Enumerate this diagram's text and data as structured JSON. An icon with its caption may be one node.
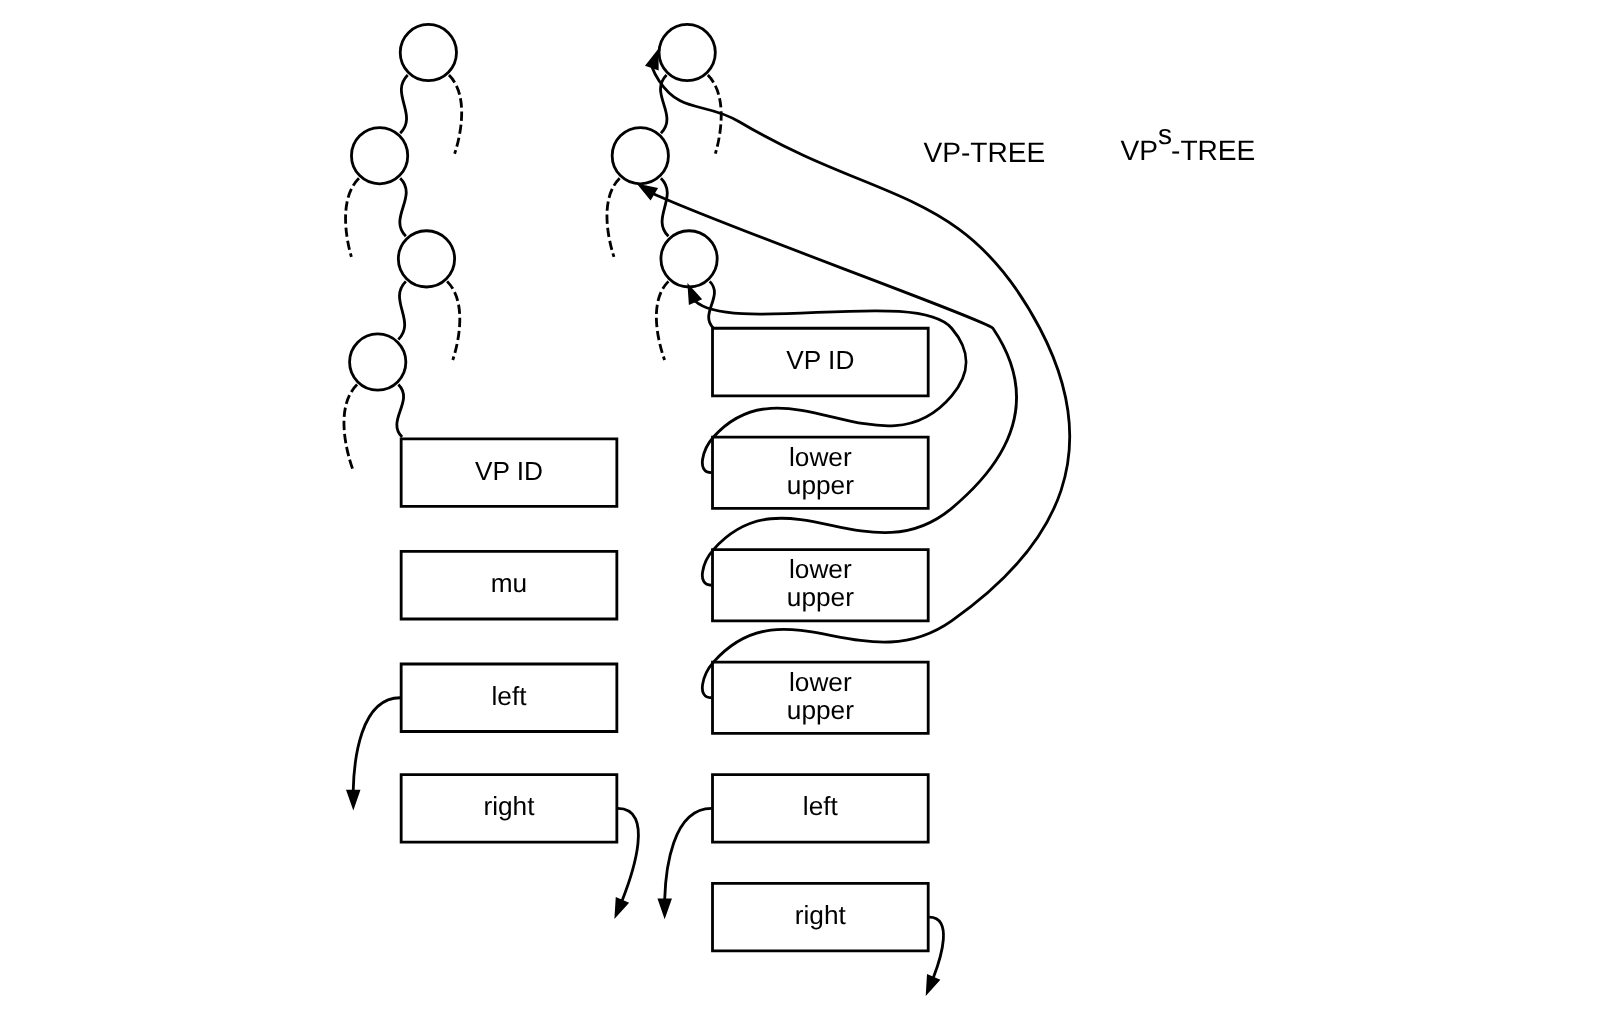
{
  "diagram": {
    "nodes": [
      {
        "text": [],
        "shape": "circle"
      },
      {
        "text": [],
        "shape": "circle"
      },
      {
        "text": [],
        "shape": "circle"
      },
      {
        "text": [],
        "shape": "circle"
      },
      {
        "text": [
          "VP ID"
        ]
      },
      {
        "text": [
          "mu"
        ]
      },
      {
        "text": [
          "left"
        ]
      },
      {
        "text": [
          "right"
        ]
      },
      {
        "text": [],
        "shape": "circle"
      },
      {
        "text": [],
        "shape": "circle"
      },
      {
        "text": [],
        "shape": "circle"
      },
      {
        "text": [
          "VP ID"
        ]
      },
      {
        "text": [
          "lower",
          "upper"
        ]
      },
      {
        "text": [
          "lower",
          "upper"
        ]
      },
      {
        "text": [
          "lower",
          "upper"
        ]
      },
      {
        "text": [
          "left"
        ]
      },
      {
        "text": [
          "right"
        ]
      }
    ],
    "edges": [
      {
        "from": 0,
        "to": 1,
        "arrow": "none"
      },
      {
        "from": 1,
        "to": 2,
        "arrow": "none"
      },
      {
        "from": 2,
        "to": 3,
        "arrow": "none"
      },
      {
        "from": 3,
        "to": 4,
        "arrow": "none"
      },
      {
        "from": 0,
        "to": null,
        "arrow": "none",
        "style": "dashed"
      },
      {
        "from": 1,
        "to": null,
        "arrow": "none",
        "style": "dashed"
      },
      {
        "from": 2,
        "to": null,
        "arrow": "none",
        "style": "dashed"
      },
      {
        "from": 3,
        "to": null,
        "arrow": "none",
        "style": "dashed"
      },
      {
        "from": 6,
        "to": null,
        "arrow": "to"
      },
      {
        "from": 7,
        "to": null,
        "arrow": "to"
      },
      {
        "from": 8,
        "to": 9,
        "arrow": "none"
      },
      {
        "from": 9,
        "to": 10,
        "arrow": "none"
      },
      {
        "from": 10,
        "to": 11,
        "arrow": "none"
      },
      {
        "from": 8,
        "to": null,
        "arrow": "none",
        "style": "dashed"
      },
      {
        "from": 9,
        "to": null,
        "arrow": "none",
        "style": "dashed"
      },
      {
        "from": 10,
        "to": null,
        "arrow": "none",
        "style": "dashed"
      },
      {
        "from": 12,
        "to": 10,
        "arrow": "to"
      },
      {
        "from": 13,
        "to": 9,
        "arrow": "to"
      },
      {
        "from": 14,
        "to": 8,
        "arrow": "to"
      },
      {
        "from": 15,
        "to": null,
        "arrow": "to"
      },
      {
        "from": 16,
        "to": null,
        "arrow": "to"
      }
    ],
    "labels": [
      "VP-TREE",
      "VP$^{s}$-TREE"
    ]
  }
}
